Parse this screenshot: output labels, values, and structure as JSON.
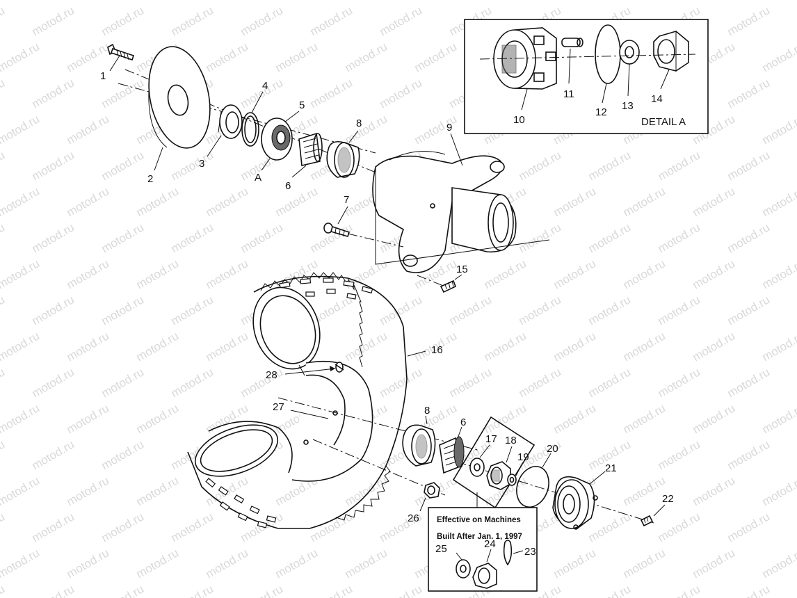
{
  "watermark": "motod.ru",
  "callouts": {
    "c1": "1",
    "c2": "2",
    "c3": "3",
    "c4": "4",
    "c5": "5",
    "c6": "6",
    "c6b": "6",
    "c7": "7",
    "c8": "8",
    "c8b": "8",
    "c9": "9",
    "c10": "10",
    "c11": "11",
    "c12": "12",
    "c13": "13",
    "c14": "14",
    "c15": "15",
    "c16": "16",
    "c17": "17",
    "c18": "18",
    "c19": "19",
    "c20": "20",
    "c21": "21",
    "c22": "22",
    "c23": "23",
    "c24": "24",
    "c25": "25",
    "c26": "26",
    "c27": "27",
    "c28": "28",
    "cA": "A"
  },
  "detail_box": {
    "title": "DETAIL A"
  },
  "note_box": {
    "line1": "Effective on Machines",
    "line2": "Built After Jan. 1, 1997"
  }
}
